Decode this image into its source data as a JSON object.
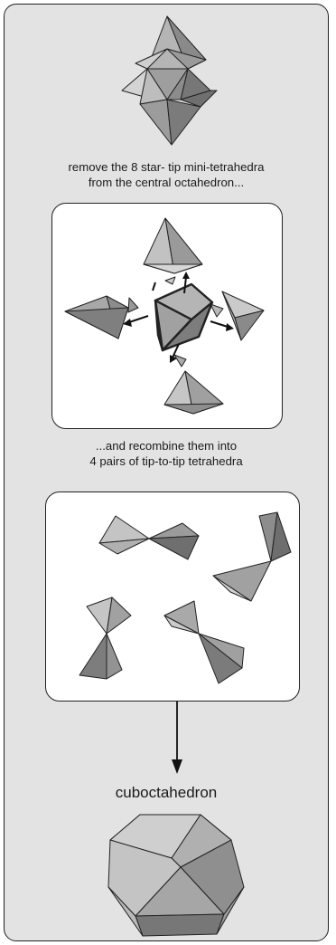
{
  "steps": {
    "step1_caption": [
      "remove the 8 star- tip mini-tetrahedra",
      "from the central octahedron..."
    ],
    "step2_caption": [
      "...and recombine them into",
      "4 pairs of tip-to-tip tetrahedra"
    ],
    "result_title": "cuboctahedron"
  },
  "colors": {
    "panel_background": "#e3e3e3",
    "face_light": "#c8c8c8",
    "face_mid": "#a6a6a6",
    "face_dark": "#7f7f7f",
    "stroke": "#222222"
  },
  "icons": [
    "stella-octangula-icon",
    "exploded-octahedron-icon",
    "tetrahedra-pairs-icon",
    "down-arrow-icon",
    "cuboctahedron-icon"
  ]
}
